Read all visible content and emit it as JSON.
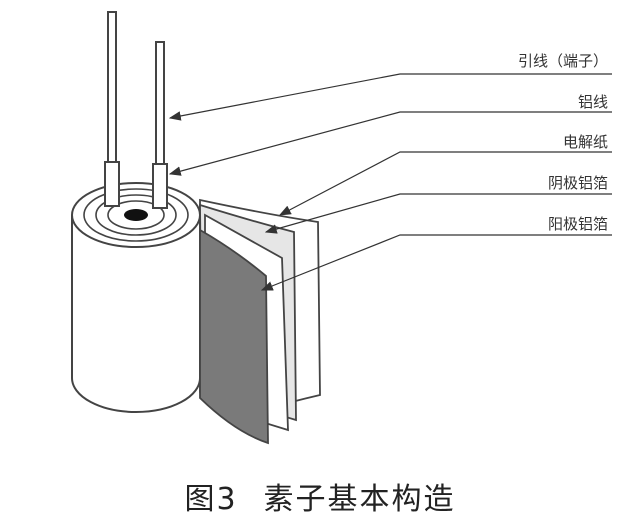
{
  "labels": {
    "lead": "引线（端子）",
    "al_wire": "铝线",
    "paper": "电解纸",
    "cathode": "阴极铝箔",
    "anode": "阳极铝箔"
  },
  "caption": {
    "number": "图3",
    "text": "素子基本构造"
  }
}
